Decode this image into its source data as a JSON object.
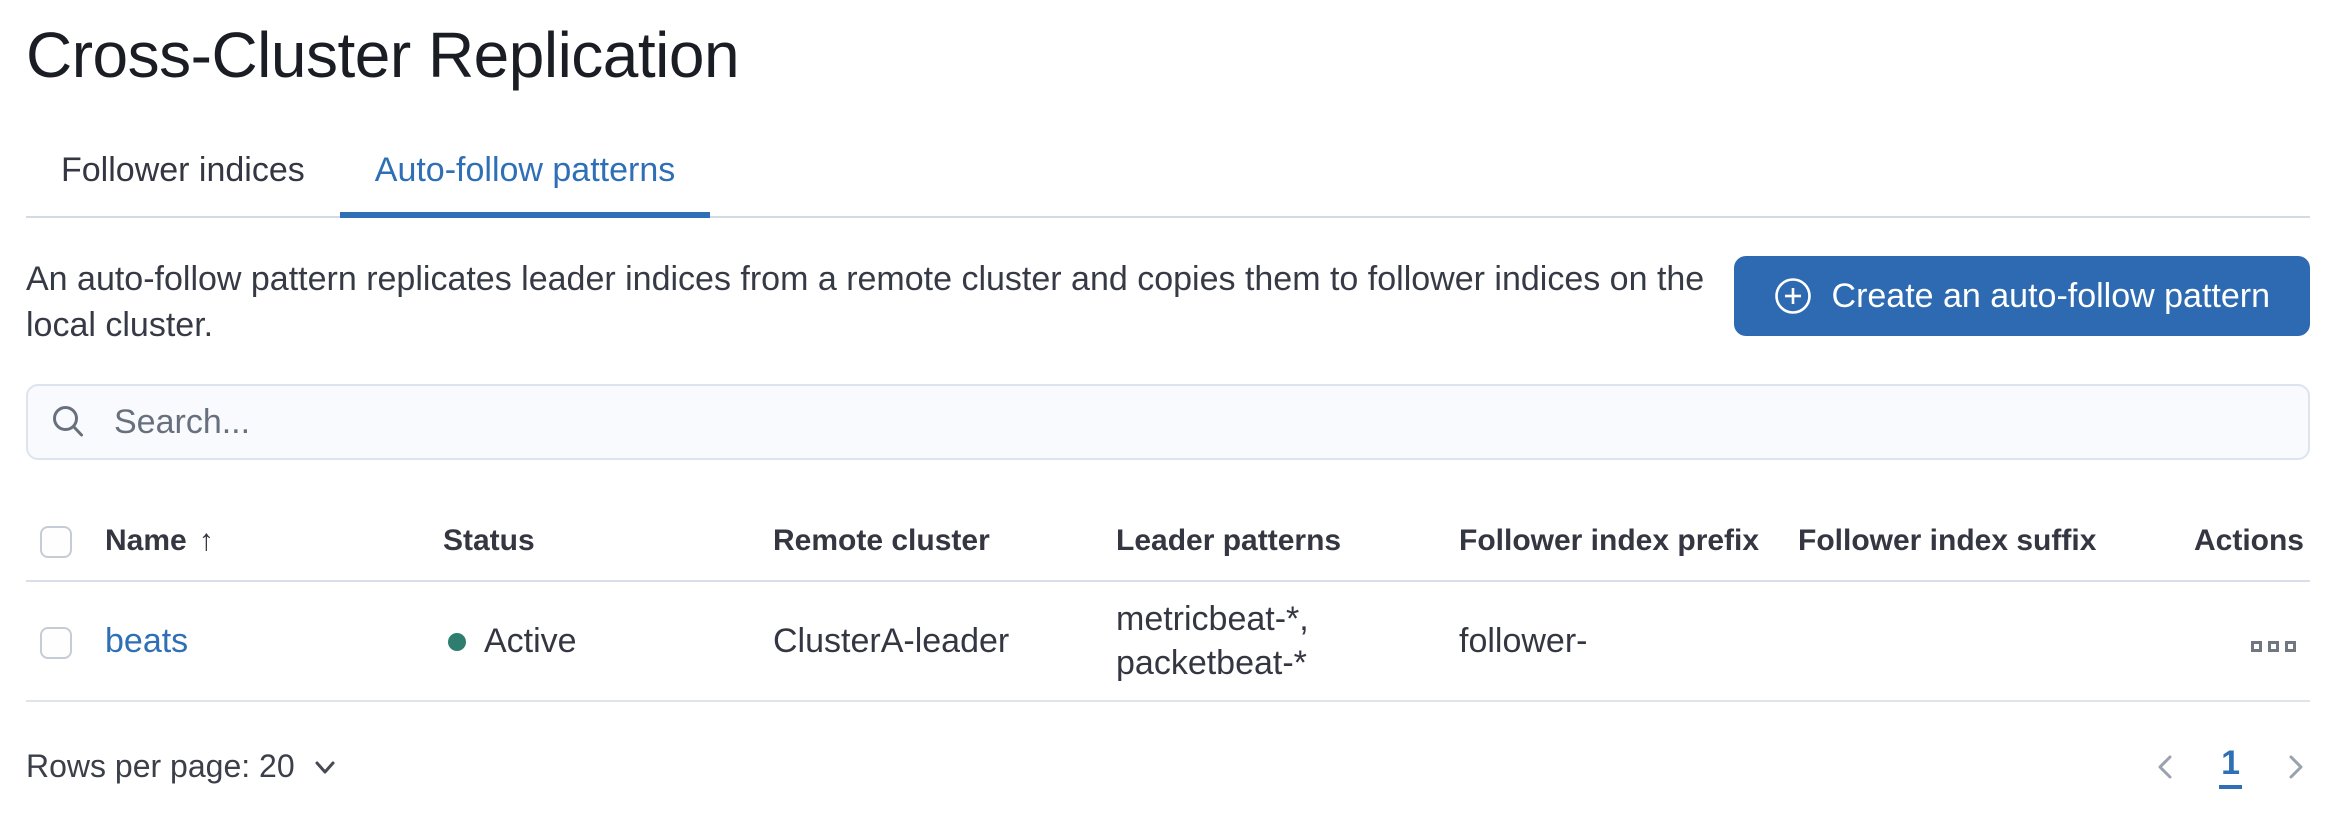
{
  "page": {
    "title": "Cross-Cluster Replication"
  },
  "tabs": [
    {
      "label": "Follower indices",
      "active": false
    },
    {
      "label": "Auto-follow patterns",
      "active": true
    }
  ],
  "intro": {
    "description": "An auto-follow pattern replicates leader indices from a remote cluster and copies them to follower indices on the local cluster.",
    "create_button_label": "Create an auto-follow pattern",
    "create_button_icon": "plus-in-circle-icon"
  },
  "search": {
    "placeholder": "Search...",
    "value": "",
    "icon": "search-icon"
  },
  "table": {
    "columns": {
      "name": "Name",
      "status": "Status",
      "remote_cluster": "Remote cluster",
      "leader_patterns": "Leader patterns",
      "follower_index_prefix": "Follower index prefix",
      "follower_index_suffix": "Follower index suffix",
      "actions": "Actions"
    },
    "sort": {
      "column": "Name",
      "direction": "ascending",
      "arrow": "↑"
    },
    "rows": [
      {
        "name": "beats",
        "status": "Active",
        "remote_cluster": "ClusterA-leader",
        "leader_patterns": [
          "metricbeat-*,",
          "packetbeat-*"
        ],
        "follower_index_prefix": "follower-",
        "follower_index_suffix": "",
        "actions_icon": "boxes-horizontal-icon"
      }
    ]
  },
  "footer": {
    "rows_per_page_label": "Rows per page: 20",
    "pagination": {
      "active_page": "1"
    }
  },
  "colors": {
    "accent_blue": "#2e6fb6",
    "button_blue": "#2d6ab1",
    "status_active_green": "#2e7d6f",
    "text": "#343741",
    "muted": "#69707d",
    "border": "#d3dae6"
  }
}
